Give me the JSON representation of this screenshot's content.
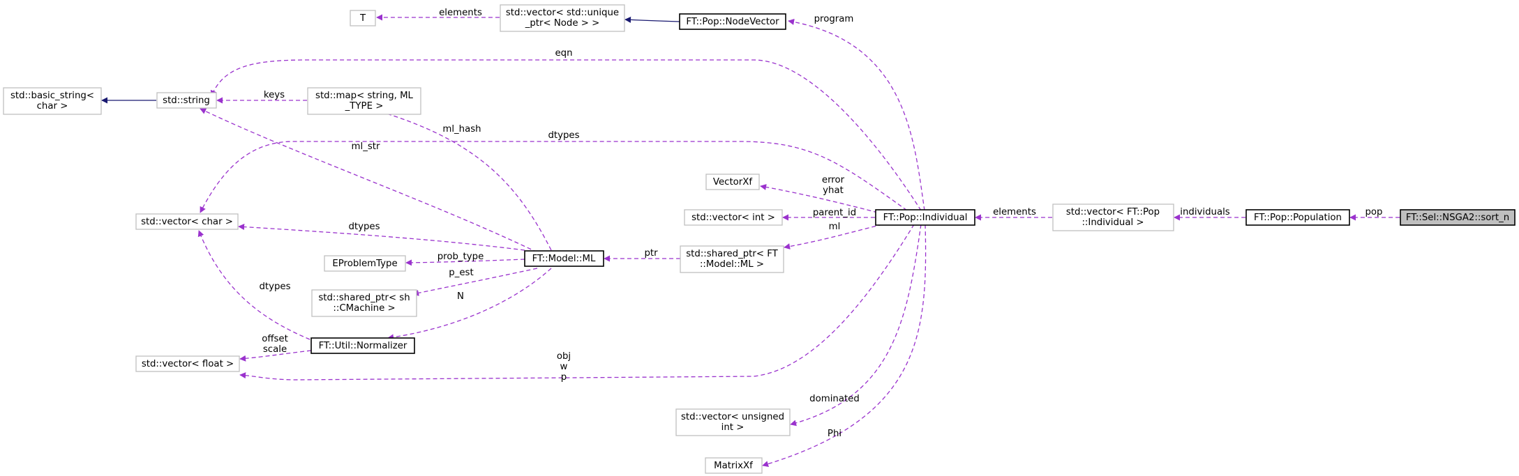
{
  "colors": {
    "usage_edge": "#9a32cd",
    "inherit_edge": "#191970",
    "focus_fill": "#bfbfbf",
    "node_border_external": "#bfbfbf",
    "node_border_documented": "#000000"
  },
  "nodes": {
    "T": [
      "T"
    ],
    "vec_unique_ptr": [
      "std::vector< std::unique",
      "_ptr< Node > >"
    ],
    "nodevector": [
      "FT::Pop::NodeVector"
    ],
    "basic_string": [
      "std::basic_string<",
      "char >"
    ],
    "std_string": [
      "std::string"
    ],
    "map_ml_type": [
      "std::map< string, ML",
      "_TYPE >"
    ],
    "vec_char": [
      "std::vector< char >"
    ],
    "eproblemtype": [
      "EProblemType"
    ],
    "model_ml": [
      "FT::Model::ML"
    ],
    "shared_cmachine": [
      "std::shared_ptr< sh",
      "::CMachine >"
    ],
    "normalizer": [
      "FT::Util::Normalizer"
    ],
    "vec_float": [
      "std::vector< float >"
    ],
    "vectorxf": [
      "VectorXf"
    ],
    "vec_int": [
      "std::vector< int >"
    ],
    "shared_ml": [
      "std::shared_ptr< FT",
      "::Model::ML >"
    ],
    "individual": [
      "FT::Pop::Individual"
    ],
    "vec_individual": [
      "std::vector< FT::Pop",
      "::Individual >"
    ],
    "population": [
      "FT::Pop::Population"
    ],
    "nsga2_sort": [
      "FT::Sel::NSGA2::sort_n"
    ],
    "vec_unsigned": [
      "std::vector< unsigned",
      "int >"
    ],
    "matrixxf": [
      "MatrixXf"
    ]
  },
  "edge_labels": {
    "elements_top": [
      "elements"
    ],
    "program": [
      "program"
    ],
    "eqn": [
      "eqn"
    ],
    "keys": [
      "keys"
    ],
    "ml_hash": [
      "ml_hash"
    ],
    "ml_str": [
      "ml_str"
    ],
    "dtypes_top": [
      "dtypes"
    ],
    "dtypes_ml": [
      "dtypes"
    ],
    "dtypes_norm": [
      "dtypes"
    ],
    "error_yhat": [
      "error",
      "yhat"
    ],
    "parent_id": [
      "parent_id"
    ],
    "ml": [
      "ml"
    ],
    "elements_ind": [
      "elements"
    ],
    "individuals": [
      "individuals"
    ],
    "pop": [
      "pop"
    ],
    "prob_type": [
      "prob_type"
    ],
    "ptr": [
      "ptr"
    ],
    "p_est": [
      "p_est"
    ],
    "N": [
      "N"
    ],
    "offset_scale": [
      "offset",
      "scale"
    ],
    "obj_w_p": [
      "obj",
      "w",
      "p"
    ],
    "dominated": [
      "dominated"
    ],
    "Phi": [
      "Phi"
    ]
  }
}
